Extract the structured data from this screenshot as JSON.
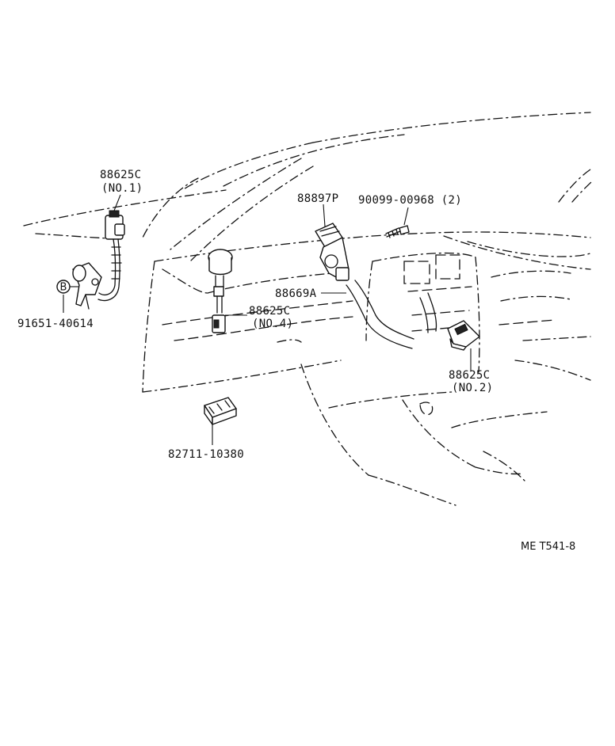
{
  "labels": {
    "sensor_no1_part": "88625C",
    "sensor_no1_sub": "(NO.1)",
    "bolt_b_part": "91651-40614",
    "bolt_b_marker": "B",
    "motor_part": "88897P",
    "screw_part": "90099-00968 (2)",
    "hose_part": "88669A",
    "sensor_no4_part": "88625C",
    "sensor_no4_sub": "(NO.4)",
    "sensor_no2_part": "88625C",
    "sensor_no2_sub": "(NO.2)",
    "relay_part": "82711-10380"
  },
  "footer": {
    "ref_code": "ME T541-8"
  }
}
